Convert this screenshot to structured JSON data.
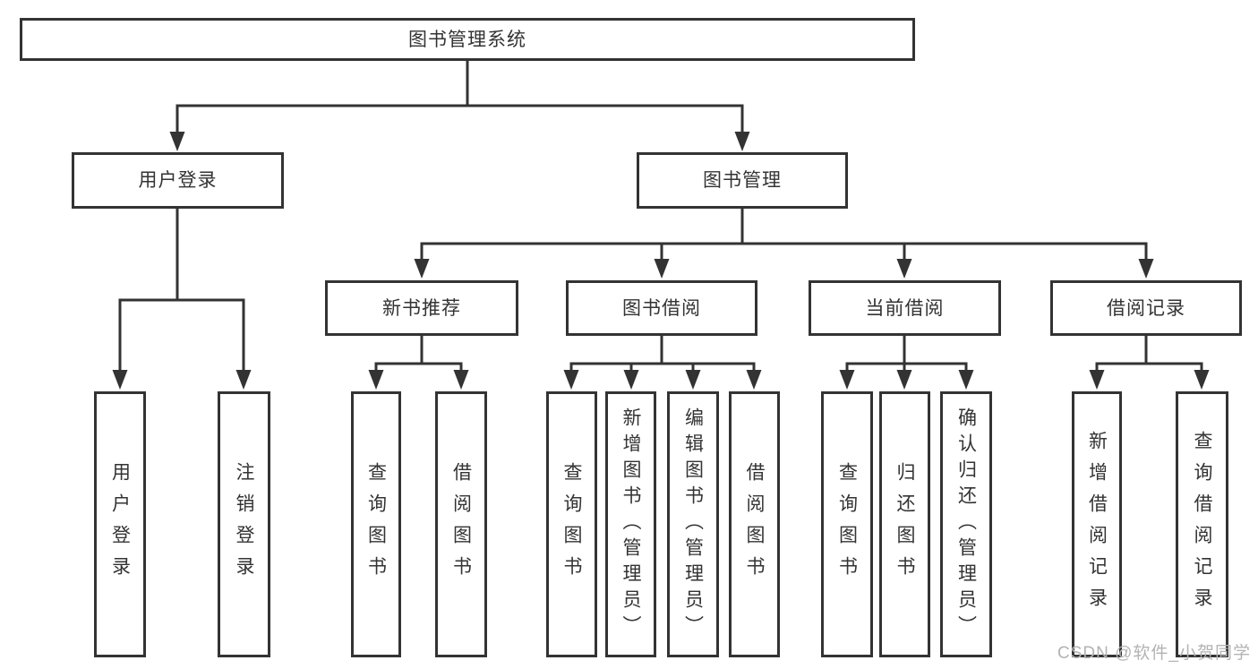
{
  "tree": {
    "label": "图书管理系统",
    "children": [
      {
        "label": "用户登录",
        "children": [
          {
            "label": "用户登录"
          },
          {
            "label": "注销登录"
          }
        ]
      },
      {
        "label": "图书管理",
        "children": [
          {
            "label": "新书推荐",
            "children": [
              {
                "label": "查询图书"
              },
              {
                "label": "借阅图书"
              }
            ]
          },
          {
            "label": "图书借阅",
            "children": [
              {
                "label": "查询图书"
              },
              {
                "label": "新增图书（管理员）"
              },
              {
                "label": "编辑图书（管理员）"
              },
              {
                "label": "借阅图书"
              }
            ]
          },
          {
            "label": "当前借阅",
            "children": [
              {
                "label": "查询图书"
              },
              {
                "label": "归还图书"
              },
              {
                "label": "确认归还（管理员）"
              }
            ]
          },
          {
            "label": "借阅记录",
            "children": [
              {
                "label": "新增借阅记录"
              },
              {
                "label": "查询借阅记录"
              }
            ]
          }
        ]
      }
    ]
  },
  "watermark": "CSDN @软件_小贺同学",
  "colors": {
    "line": "#333333",
    "text": "#333333",
    "box_background": "#ffffff",
    "watermark": "#b3b3b3",
    "background": "#ffffff"
  }
}
